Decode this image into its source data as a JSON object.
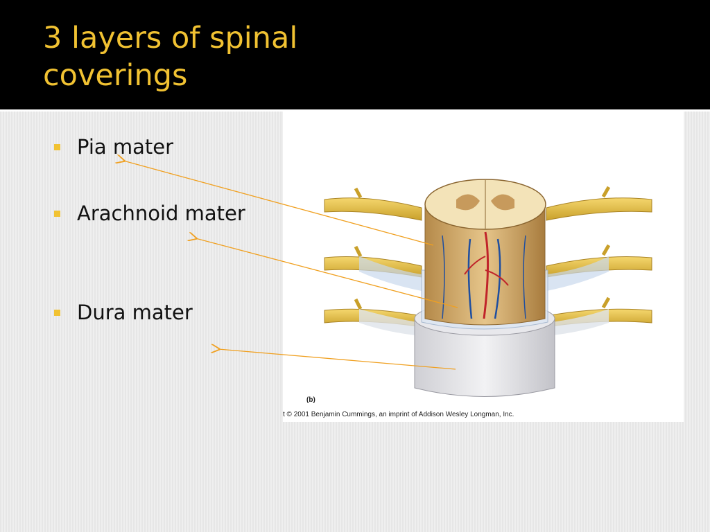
{
  "slide": {
    "title_line1": "3 layers of spinal",
    "title_line2": "coverings",
    "bullets": [
      {
        "label": "Pia mater"
      },
      {
        "label": "Arachnoid mater"
      },
      {
        "label": "Dura mater"
      }
    ],
    "figure": {
      "panel_label": "(b)",
      "copyright": "t © 2001 Benjamin Cummings, an imprint of Addison Wesley Longman, Inc."
    }
  },
  "colors": {
    "title": "#f1c232",
    "bullet_marker": "#f1c232",
    "arrow": "#f0a020",
    "title_bar": "#000000"
  }
}
